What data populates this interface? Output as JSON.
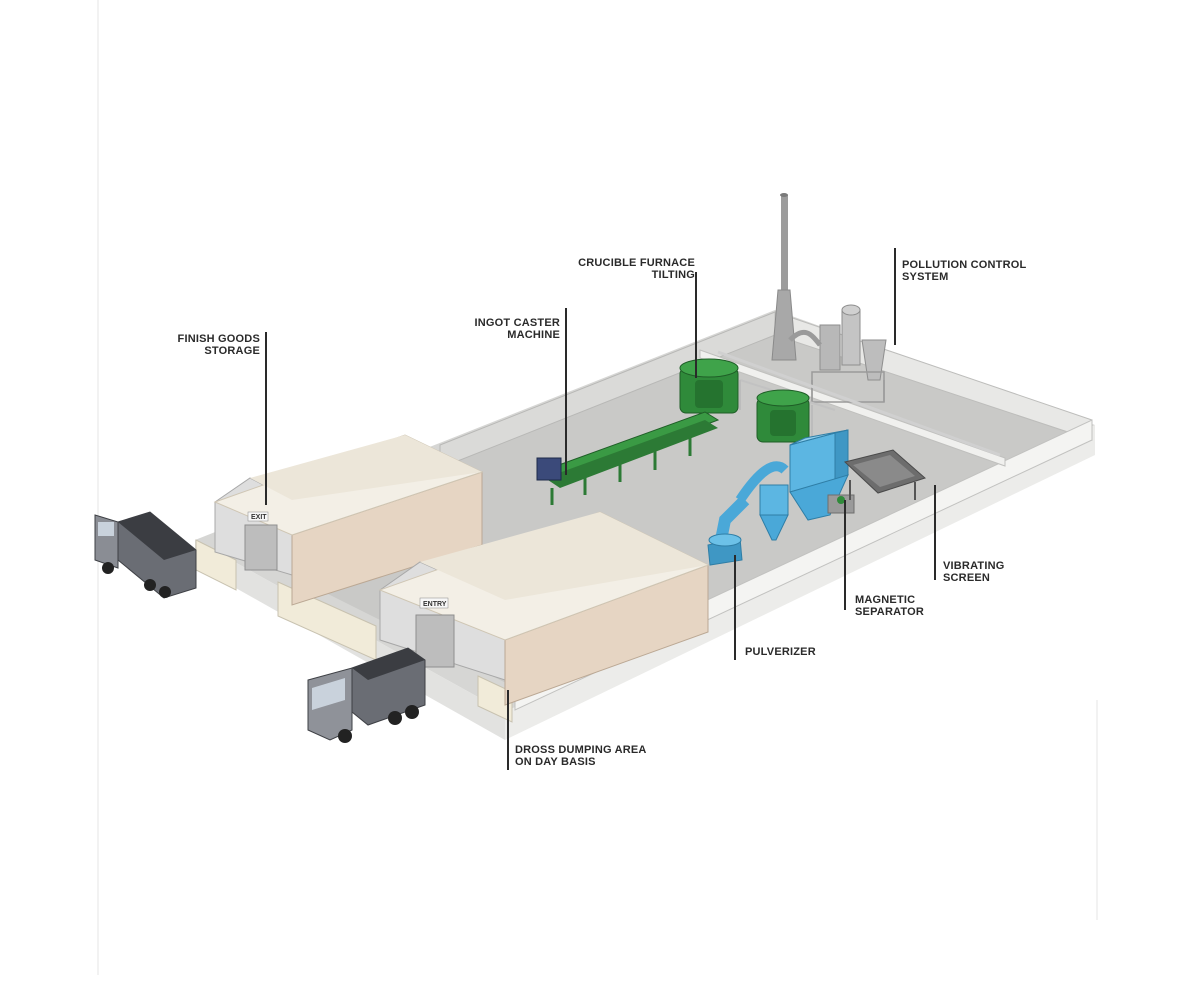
{
  "labels": {
    "finish_goods": [
      "FINISH GOODS",
      "STORAGE"
    ],
    "ingot_caster": [
      "INGOT CASTER",
      "MACHINE"
    ],
    "crucible_furnace": [
      "CRUCIBLE FURNACE",
      "TILTING"
    ],
    "pollution_control": [
      "POLLUTION CONTROL",
      "SYSTEM"
    ],
    "vibrating_screen": [
      "VIBRATING",
      "SCREEN"
    ],
    "magnetic_separator": [
      "MAGNETIC",
      "SEPARATOR"
    ],
    "pulverizer": [
      "PULVERIZER"
    ],
    "dross_dumping": [
      "DROSS DUMPING AREA",
      "ON DAY BASIS"
    ]
  },
  "signs": {
    "exit": "EXIT",
    "entry": "ENTRY"
  },
  "colors": {
    "equipment_green": "#2f8a3a",
    "equipment_blue": "#4aa8d8",
    "floor": "#c9c9c7",
    "wall": "#e4e4e2",
    "shed_roof": "#f3efe6",
    "shed_wall": "#e6d5c3",
    "truck_cargo": "#6a6d74"
  }
}
